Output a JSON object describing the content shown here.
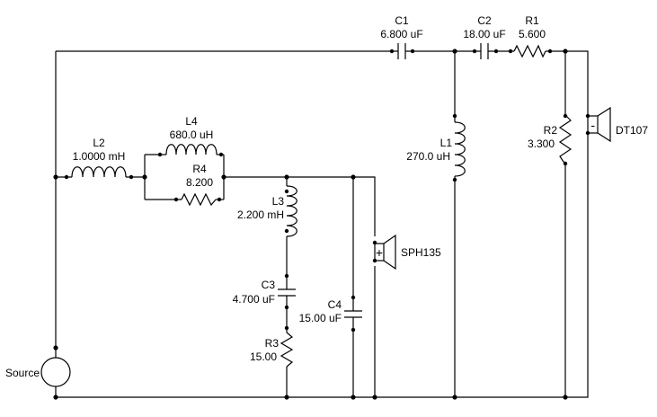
{
  "components": {
    "C1": {
      "name": "C1",
      "value": "6.800 uF"
    },
    "C2": {
      "name": "C2",
      "value": "18.00 uF"
    },
    "R1": {
      "name": "R1",
      "value": "5.600"
    },
    "R2": {
      "name": "R2",
      "value": "3.300"
    },
    "L1": {
      "name": "L1",
      "value": "270.0 uH"
    },
    "L2": {
      "name": "L2",
      "value": "1.0000 mH"
    },
    "L4": {
      "name": "L4",
      "value": "680.0 uH"
    },
    "R4": {
      "name": "R4",
      "value": "8.200"
    },
    "L3": {
      "name": "L3",
      "value": "2.200 mH"
    },
    "C3": {
      "name": "C3",
      "value": "4.700 uF"
    },
    "R3": {
      "name": "R3",
      "value": "15.00"
    },
    "C4": {
      "name": "C4",
      "value": "15.00 uF"
    }
  },
  "drivers": {
    "tweeter": {
      "name": "DT107",
      "polarity": "-"
    },
    "woofer": {
      "name": "SPH135",
      "polarity": "+"
    }
  },
  "source": {
    "label": "Source"
  }
}
